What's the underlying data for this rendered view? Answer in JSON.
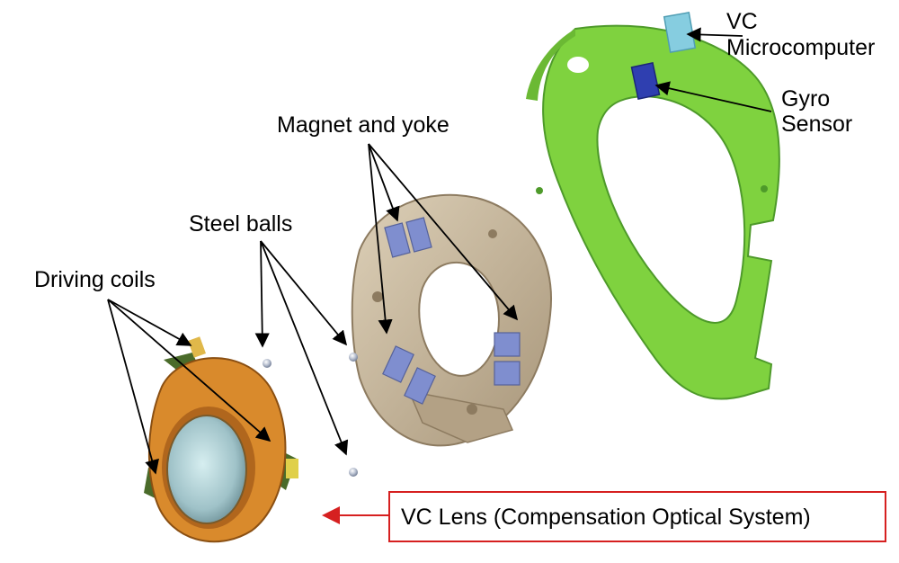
{
  "labels": {
    "vc_microcomputer_line1": "VC",
    "vc_microcomputer_line2": "Microcomputer",
    "gyro_line1": "Gyro",
    "gyro_line2": "Sensor",
    "magnet_yoke": "Magnet and yoke",
    "steel_balls": "Steel balls",
    "driving_coils": "Driving coils",
    "vc_lens": "VC Lens (Compensation Optical System)"
  },
  "colors": {
    "pcb_green": "#7fd23f",
    "pcb_edge": "#4e9a2a",
    "microcomputer_chip": "#86cde0",
    "gyro_chip": "#2f3fb0",
    "magnet": "#7f8ecf",
    "yoke_metal": "#c8b497",
    "lens_frame": "#d98a2c",
    "lens_glass": "#a9c9cf",
    "coil_dark_green": "#4a6b2a",
    "arrow_black": "#000000",
    "arrow_red": "#d62020"
  }
}
